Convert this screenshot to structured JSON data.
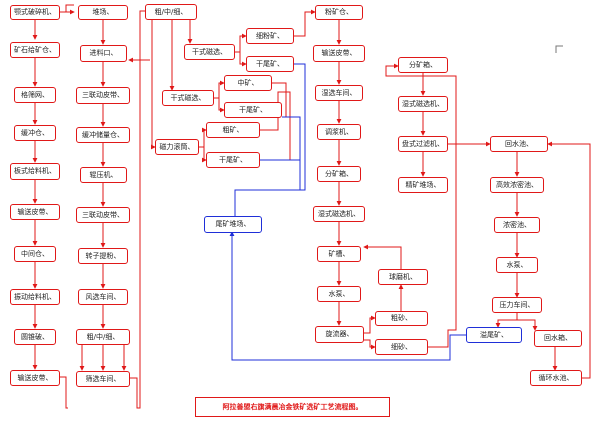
{
  "diagram": {
    "nodes": {
      "jaw_crusher": "颚式破碎机、",
      "crusher_bin": "矿石给矿仓、",
      "grizzly": "格筛网、",
      "buffer_bin": "缓冲仓、",
      "plate_feeder": "板式给料机、",
      "belt_conveyor_1": "输送皮带、",
      "mid_bin": "中间仓、",
      "vibro_feeder": "振动给料机、",
      "cone_crusher": "圆锥破、",
      "belt_conveyor_2": "输送皮带、",
      "storage_yard": "堆场、",
      "feed_port": "进料口、",
      "triple_belt_1": "三联动皮带、",
      "buffer_bin_2": "缓冲储量仓、",
      "roller_press": "辊压机、",
      "triple_belt_2": "三联动皮带、",
      "bucket_elevator": "转子提粉、",
      "air_classifier": "风选车间、",
      "coarse_mid_fine": "粗/中/细、",
      "screening_shop": "筛选车间、",
      "cmf_top": "粗/中/细、",
      "dry_sep_1": "干式磁选、",
      "fine_powder": "细粉矿、",
      "dry_tail_1": "干尾矿、",
      "dry_sep_2": "干式磁选、",
      "mid_ore": "中矿、",
      "dry_tail_2": "干尾矿、",
      "magnetic_drum": "磁力滚筒、",
      "coarse_ore": "粗矿、",
      "dry_tail_3": "干尾矿、",
      "tailings_yard": "尾矿堆场、",
      "fine_ore_bin": "粉矿仓、",
      "belt_conveyor_3": "输送皮带、",
      "wet_shop": "湿选车间、",
      "slurry_mixer": "调浆机、",
      "distributor": "分矿箱、",
      "wet_mag_sep": "湿式磁选机、",
      "ore_tank": "矿槽、",
      "water_pump": "水泵、",
      "ball_mill": "球磨机、",
      "hydrocyclone": "旋流器、",
      "coarse_sand": "粗砂、",
      "fine_sand": "细砂、",
      "distributor_2": "分矿箱、",
      "wet_mag_sep_2": "湿式磁选机、",
      "disc_filter": "盘式过滤机、",
      "concentrate_yard": "精矿堆场、",
      "return_water": "回水池、",
      "thickener": "高效浓密池、",
      "dense_tank": "浓密池、",
      "pump": "水泵、",
      "filter_press": "压力车间、",
      "tail_box": "溢尾矿、",
      "return_tank": "回水箱、",
      "circ_tank": "循环水池、"
    },
    "title": "阿拉善盟右旗满晨冶金铁矿选矿工艺流程图。"
  },
  "colors": {
    "box_border": "#e01818",
    "box_border_blue": "#1f2fd8",
    "line": "#e01818",
    "line_blue": "#1f2fd8"
  }
}
